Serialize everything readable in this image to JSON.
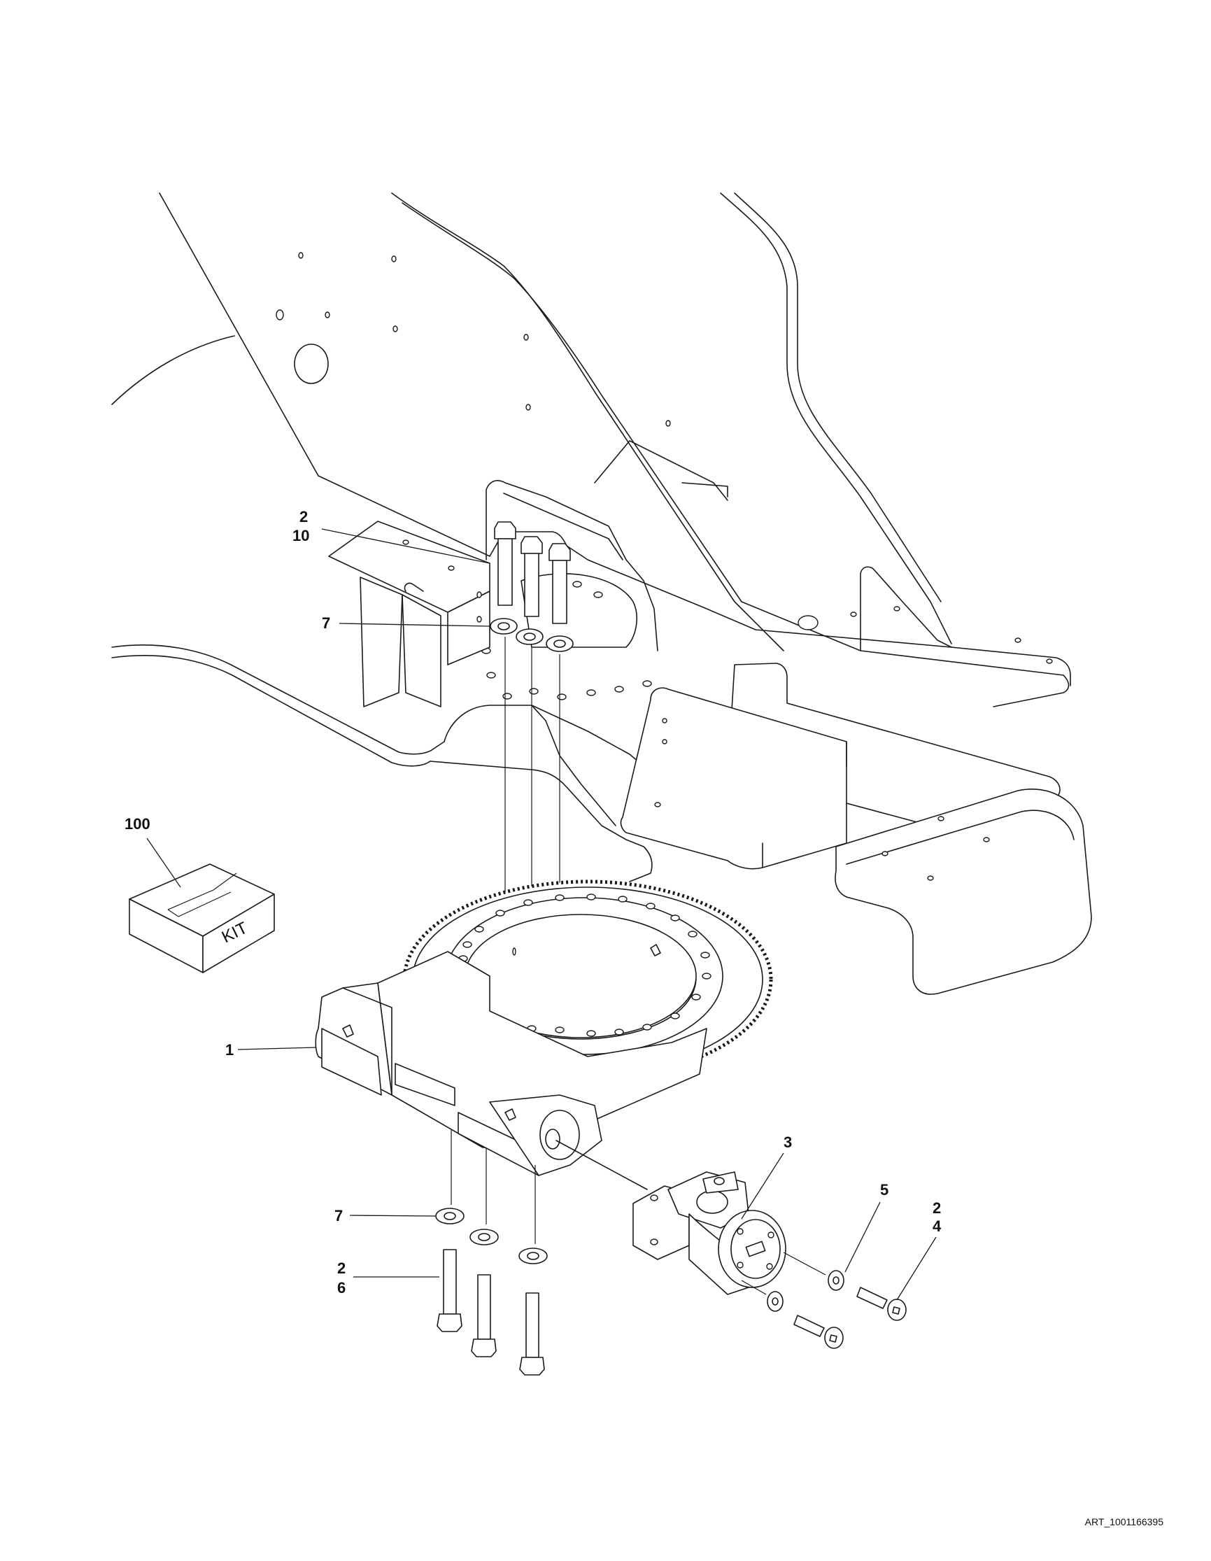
{
  "callouts": {
    "c_2a": "2",
    "c_10": "10",
    "c_7a": "7",
    "c_100": "100",
    "c_1": "1",
    "c_3": "3",
    "c_5": "5",
    "c_2b": "2",
    "c_4": "4",
    "c_7b": "7",
    "c_2c": "2",
    "c_6": "6"
  },
  "kit_label": "KIT",
  "art_reference": "ART_1001166395"
}
